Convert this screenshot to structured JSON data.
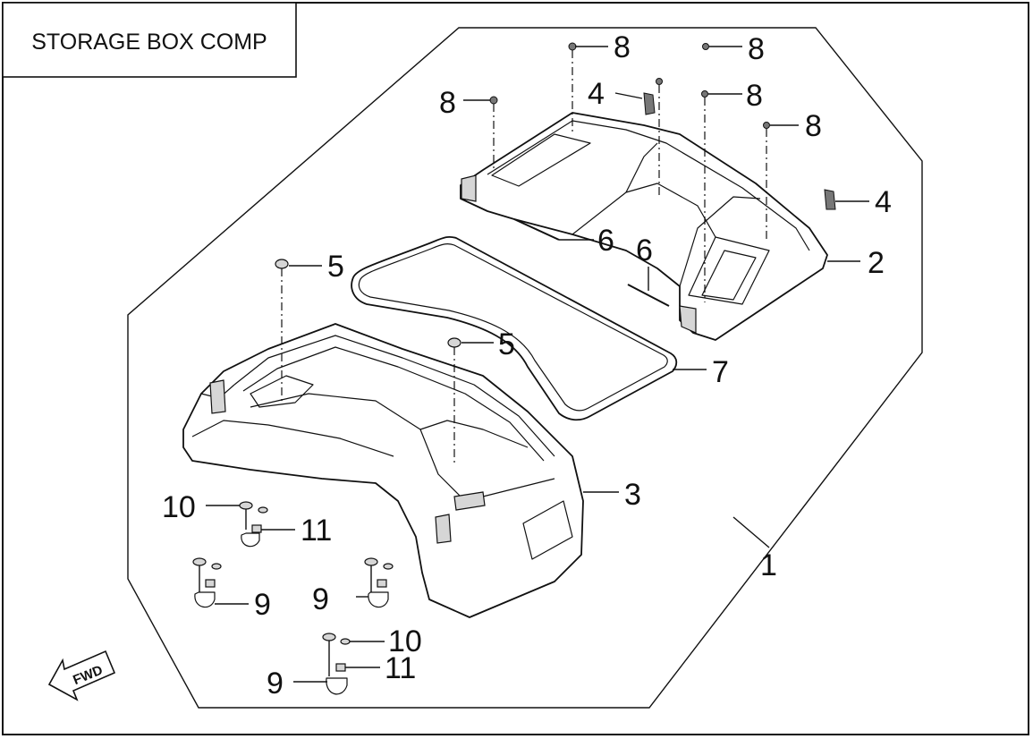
{
  "title": "STORAGE BOX COMP",
  "fwd_label": "FWD",
  "callouts": {
    "c1": "1",
    "c2": "2",
    "c3": "3",
    "c4a": "4",
    "c4b": "4",
    "c5a": "5",
    "c5b": "5",
    "c6a": "6",
    "c6b": "6",
    "c7": "7",
    "c8a": "8",
    "c8b": "8",
    "c8c": "8",
    "c8d": "8",
    "c8e": "8",
    "c9a": "9",
    "c9b": "9",
    "c9c": "9",
    "c10a": "10",
    "c10b": "10",
    "c11a": "11",
    "c11b": "11"
  }
}
